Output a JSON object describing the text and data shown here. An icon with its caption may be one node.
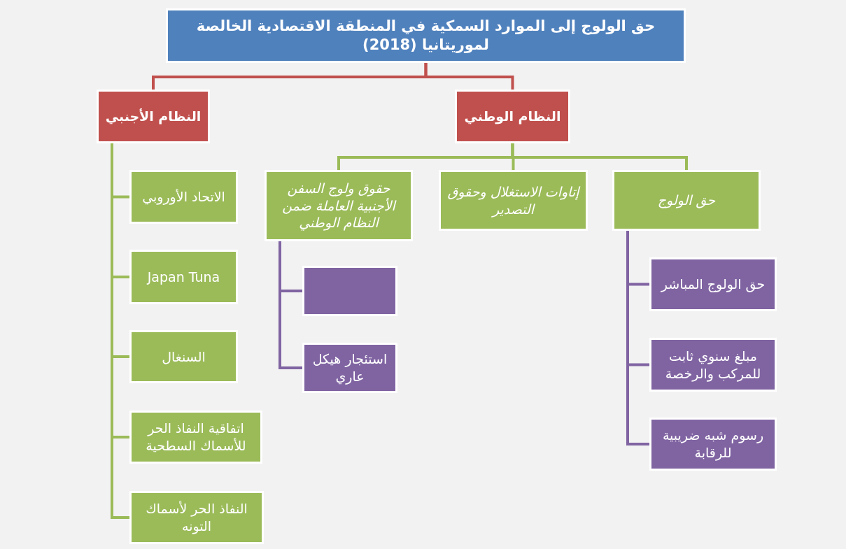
{
  "diagram": {
    "nodes": [
      {
        "text": [
          "حق الولوج إلى الموارد السمكية في المنطقة الاقتصادية الخالصة لموريتانيا (2018)"
        ]
      },
      {
        "text": [
          "النظام الوطني"
        ]
      },
      {
        "text": [
          "النظام الأجنبي"
        ]
      },
      {
        "text": [
          "حق الولوج"
        ]
      },
      {
        "text": [
          "إتاوات الاستغلال وحقوق التصدير"
        ]
      },
      {
        "text": [
          "حقوق ولوج السفن الأجنبية العاملة ضمن النظام الوطني"
        ]
      },
      {
        "text": [
          "حق الولوج المباشر"
        ]
      },
      {
        "text": [
          "مبلغ سنوي ثابت للمركب والرخصة"
        ]
      },
      {
        "text": [
          "رسوم شبه ضريبية للرقابة"
        ]
      },
      {
        "text": [],
        "shape": "box"
      },
      {
        "text": [
          "استئجار هيكل عاري"
        ]
      },
      {
        "text": [
          "الاتحاد الأوروبي"
        ]
      },
      {
        "text": [
          "Japan Tuna"
        ]
      },
      {
        "text": [
          "السنغال"
        ]
      },
      {
        "text": [
          "اتفاقية النفاذ الحر للأسماك السطحية"
        ]
      },
      {
        "text": [
          "النفاذ الحر لأسماك التونه"
        ]
      }
    ],
    "edges": [
      {
        "from": 0,
        "to": 1,
        "arrow": "none",
        "color": "#c0504d"
      },
      {
        "from": 0,
        "to": 2,
        "arrow": "none",
        "color": "#c0504d"
      },
      {
        "from": 1,
        "to": 3,
        "arrow": "none"
      },
      {
        "from": 1,
        "to": 4,
        "arrow": "none"
      },
      {
        "from": 1,
        "to": 5,
        "arrow": "none"
      },
      {
        "from": 3,
        "to": 6,
        "arrow": "none",
        "color": "#8064a2"
      },
      {
        "from": 3,
        "to": 7,
        "arrow": "none",
        "color": "#8064a2"
      },
      {
        "from": 3,
        "to": 8,
        "arrow": "none",
        "color": "#8064a2"
      },
      {
        "from": 5,
        "to": 9,
        "arrow": "none",
        "color": "#8064a2"
      },
      {
        "from": 5,
        "to": 10,
        "arrow": "none",
        "color": "#8064a2"
      },
      {
        "from": 2,
        "to": 11,
        "arrow": "none"
      },
      {
        "from": 2,
        "to": 12,
        "arrow": "none"
      },
      {
        "from": 2,
        "to": 13,
        "arrow": "none"
      },
      {
        "from": 2,
        "to": 14,
        "arrow": "none"
      },
      {
        "from": 2,
        "to": 15,
        "arrow": "none"
      }
    ]
  }
}
